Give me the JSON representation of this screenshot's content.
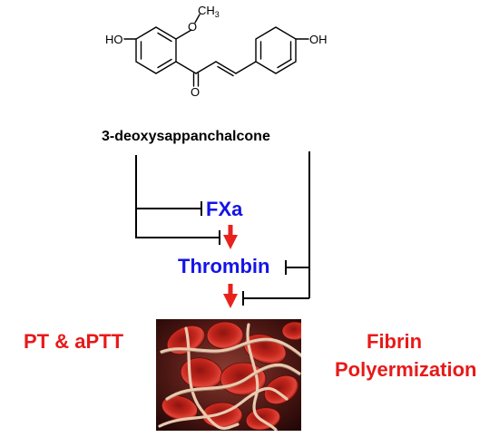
{
  "molecule": {
    "substituents": {
      "ho_left": "HO",
      "methoxy_o": "O",
      "methyl": "CH",
      "methyl_subscript": "3",
      "ho_right": "OH"
    },
    "carbonyl_o": "O",
    "name": "3-deoxysappanchalcone"
  },
  "targets": {
    "fxa": "FXa",
    "thrombin": "Thrombin"
  },
  "outcomes": {
    "clotting_tests": "PT & aPTT",
    "fibrin_line1": "Fibrin",
    "fibrin_line2": "Polyermization"
  },
  "colors": {
    "target_blue": "#1414e6",
    "outcome_red": "#e81919",
    "arrow_red": "#e8211c",
    "line_black": "#000000"
  },
  "image": {
    "subject": "fibrin-clot-with-red-blood-cells"
  }
}
